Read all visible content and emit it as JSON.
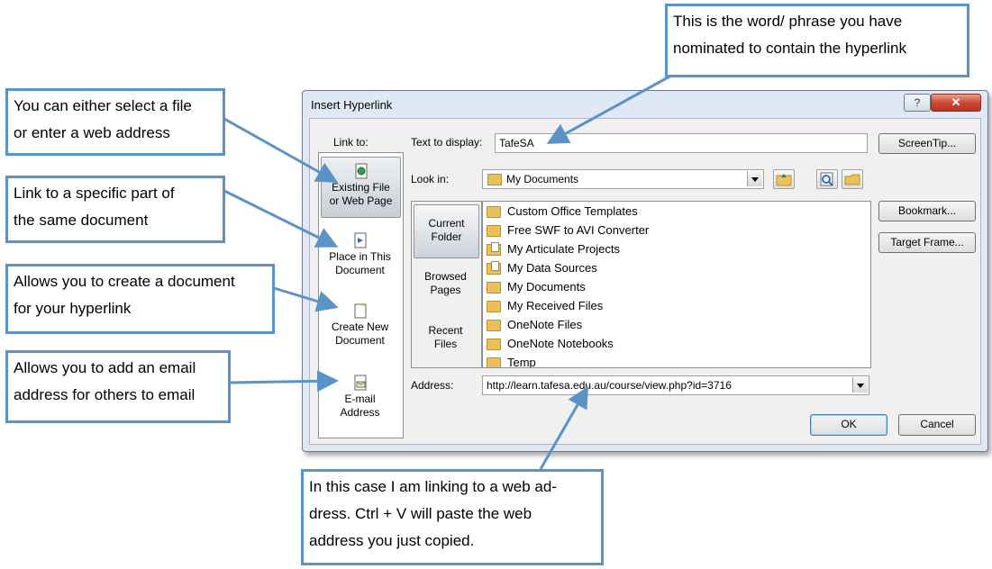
{
  "dialog": {
    "title": "Insert Hyperlink",
    "help_label": "?",
    "close_label": "✕",
    "link_to_label": "Link to:",
    "link_to_items": [
      {
        "label": "Existing File\nor Web Page",
        "icon": "web-page-icon",
        "selected": true
      },
      {
        "label": "Place in This\nDocument",
        "icon": "document-place-icon",
        "selected": false
      },
      {
        "label": "Create New\nDocument",
        "icon": "new-document-icon",
        "selected": false
      },
      {
        "label": "E-mail\nAddress",
        "icon": "email-icon",
        "selected": false
      }
    ],
    "text_to_display_label": "Text to display:",
    "text_to_display_value": "TafeSA",
    "screentip_label": "ScreenTip...",
    "look_in_label": "Look in:",
    "look_in_value": "My Documents",
    "tabs": [
      {
        "label": "Current\nFolder",
        "selected": true
      },
      {
        "label": "Browsed\nPages",
        "selected": false
      },
      {
        "label": "Recent\nFiles",
        "selected": false
      }
    ],
    "files": [
      {
        "name": "Custom Office Templates",
        "icon": "folder-icon"
      },
      {
        "name": "Free SWF to AVI Converter",
        "icon": "folder-icon"
      },
      {
        "name": "My Articulate Projects",
        "icon": "special-folder-icon"
      },
      {
        "name": "My Data Sources",
        "icon": "data-sources-icon"
      },
      {
        "name": "My Documents",
        "icon": "folder-icon"
      },
      {
        "name": "My Received Files",
        "icon": "folder-icon"
      },
      {
        "name": "OneNote Files",
        "icon": "folder-icon"
      },
      {
        "name": "OneNote Notebooks",
        "icon": "folder-icon"
      },
      {
        "name": "Temp",
        "icon": "folder-icon"
      }
    ],
    "bookmark_label": "Bookmark...",
    "target_frame_label": "Target Frame...",
    "address_label": "Address:",
    "address_value": "http://learn.tafesa.edu.au/course/view.php?id=3716",
    "ok_label": "OK",
    "cancel_label": "Cancel"
  },
  "callouts": {
    "select_file": "You can either select a file\nor enter a web address",
    "place_in_doc": "Link to a specific part of\nthe same document",
    "create_doc": "Allows you to create a document\nfor your hyperlink",
    "email": "Allows you to add an email\naddress for others to email",
    "text_display": "This is the word/ phrase you have\nnominated to contain the hyperlink",
    "address": "In this case I am linking to a web ad-\ndress.  Ctrl + V will paste the web\naddress you just copied."
  },
  "colors": {
    "callout_border": "#5b93c7",
    "dialog_frame": "#dfe8f4",
    "close_button": "#c9432e"
  }
}
